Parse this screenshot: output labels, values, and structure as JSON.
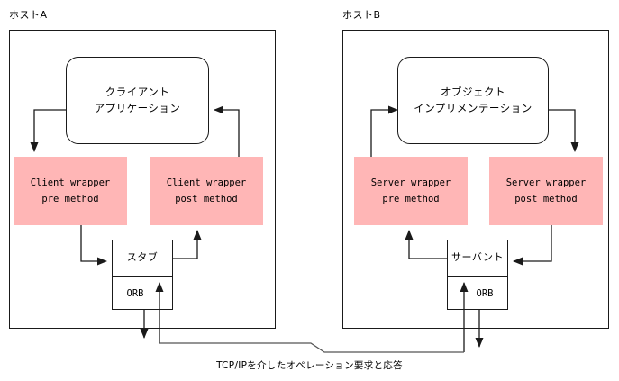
{
  "diagram": {
    "title_type": "architecture-diagram",
    "caption": "TCP/IPを介したオペレーション要求と応答",
    "colors": {
      "wrapper_fill": "#ffb6b6",
      "line": "#1a1a1a",
      "box_fill": "#ffffff",
      "background": "#ffffff"
    },
    "hosts": [
      {
        "id": "host-a",
        "label": "ホストA",
        "app": {
          "line1": "クライアント",
          "line2": "アプリケーション"
        },
        "wrappers": [
          {
            "id": "client-wrapper-pre",
            "line1": "Client wrapper",
            "line2": "pre_method"
          },
          {
            "id": "client-wrapper-post",
            "line1": "Client wrapper",
            "line2": "post_method"
          }
        ],
        "stack": {
          "top_label": "スタブ",
          "bottom_label": "ORB"
        }
      },
      {
        "id": "host-b",
        "label": "ホストB",
        "app": {
          "line1": "オブジェクト",
          "line2": "インプリメンテーション"
        },
        "wrappers": [
          {
            "id": "server-wrapper-pre",
            "line1": "Server wrapper",
            "line2": "pre_method"
          },
          {
            "id": "server-wrapper-post",
            "line1": "Server wrapper",
            "line2": "post_method"
          }
        ],
        "stack": {
          "top_label": "サーバント",
          "bottom_label": "ORB"
        }
      }
    ]
  }
}
